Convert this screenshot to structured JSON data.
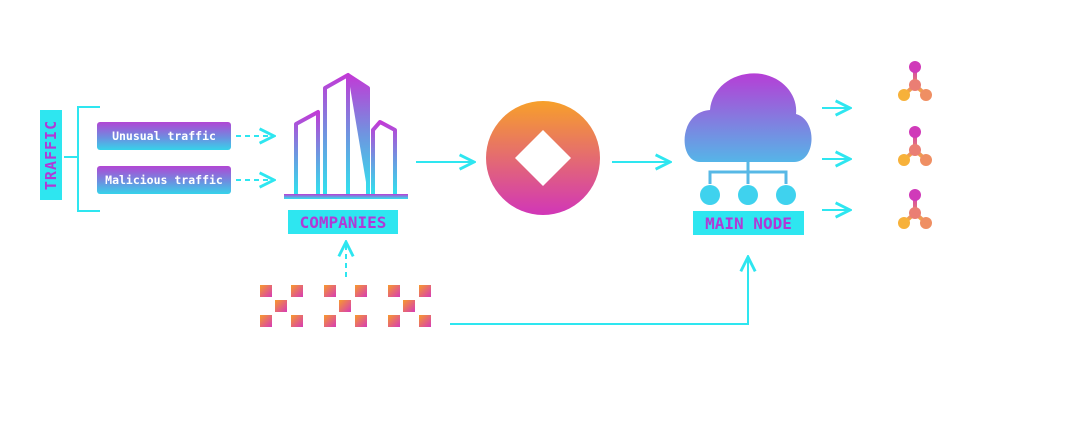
{
  "traffic": {
    "label": "TRAFFIC",
    "sources": [
      "Unusual traffic",
      "Malicious traffic"
    ]
  },
  "nodes": {
    "companies": "COMPANIES",
    "main_node": "MAIN NODE"
  },
  "colors": {
    "cyan": "#2ee6f0",
    "purple": "#b03ad6",
    "orange": "#f7a12a",
    "magenta": "#d03ab9",
    "blue": "#6b8ee2"
  },
  "icons": [
    "buildings-icon",
    "diamond-coin-icon",
    "cloud-network-icon",
    "pixel-pattern-icon",
    "molecule-node-icon"
  ]
}
